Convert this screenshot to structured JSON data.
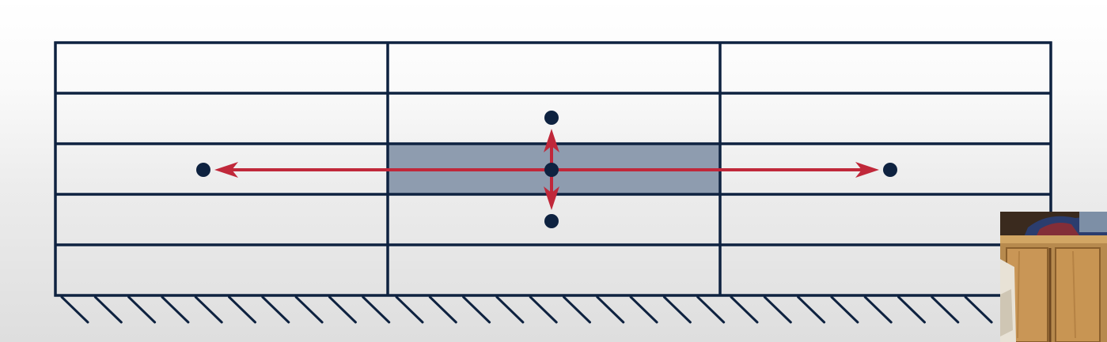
{
  "diagram": {
    "colors": {
      "grid_line": "#0e2240",
      "highlight_fill": "#8e9caf",
      "arrow": "#c0283a",
      "node": "#0e2240",
      "hatch": "#0e2240"
    },
    "grid": {
      "columns": 3,
      "rows": 5,
      "highlighted_cell": {
        "column": 2,
        "row": 3
      }
    },
    "nodes": [
      {
        "id": "center",
        "column": 2,
        "row": 3
      },
      {
        "id": "up",
        "column": 2,
        "row": 2
      },
      {
        "id": "down",
        "column": 2,
        "row": 4
      },
      {
        "id": "left",
        "column": 1,
        "row": 3
      },
      {
        "id": "right",
        "column": 3,
        "row": 3
      }
    ],
    "arrows": [
      {
        "from": "center",
        "to": "left"
      },
      {
        "from": "center",
        "to": "right"
      },
      {
        "from": "center",
        "to": "up"
      },
      {
        "from": "center",
        "to": "down"
      }
    ],
    "ground": "hatched-support"
  },
  "overlay": {
    "webcam_icon": "webcam-feed"
  }
}
